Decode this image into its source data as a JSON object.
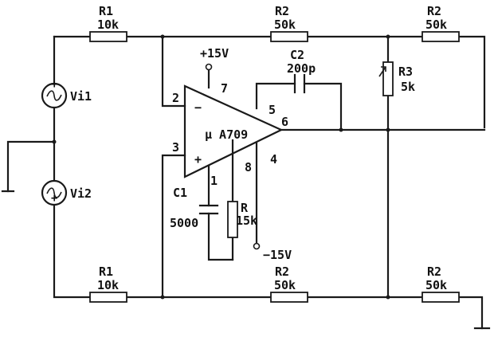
{
  "components": {
    "r1_top": {
      "name": "R1",
      "value": "10k"
    },
    "r2_top": {
      "name": "R2",
      "value": "50k"
    },
    "r2_tr": {
      "name": "R2",
      "value": "50k"
    },
    "r3": {
      "name": "R3",
      "value": "5k"
    },
    "c2": {
      "name": "C2",
      "value": "200p"
    },
    "opamp": {
      "name": "μ A709"
    },
    "c1": {
      "name": "C1",
      "value": "5000"
    },
    "r_comp": {
      "name": "R",
      "value": "15k"
    },
    "r1_bot": {
      "name": "R1",
      "value": "10k"
    },
    "r2_bot": {
      "name": "R2",
      "value": "50k"
    },
    "r2_br": {
      "name": "R2",
      "value": "50k"
    },
    "vi1": {
      "name": "Vi1"
    },
    "vi2": {
      "name": "Vi2"
    }
  },
  "supply": {
    "positive": "+15V",
    "negative": "−15V"
  },
  "pins": {
    "p2": "2",
    "p3": "3",
    "p7": "7",
    "p5": "5",
    "p6": "6",
    "p8": "8",
    "p4": "4",
    "p1": "1"
  },
  "signs": {
    "minus": "−",
    "plus": "+"
  }
}
